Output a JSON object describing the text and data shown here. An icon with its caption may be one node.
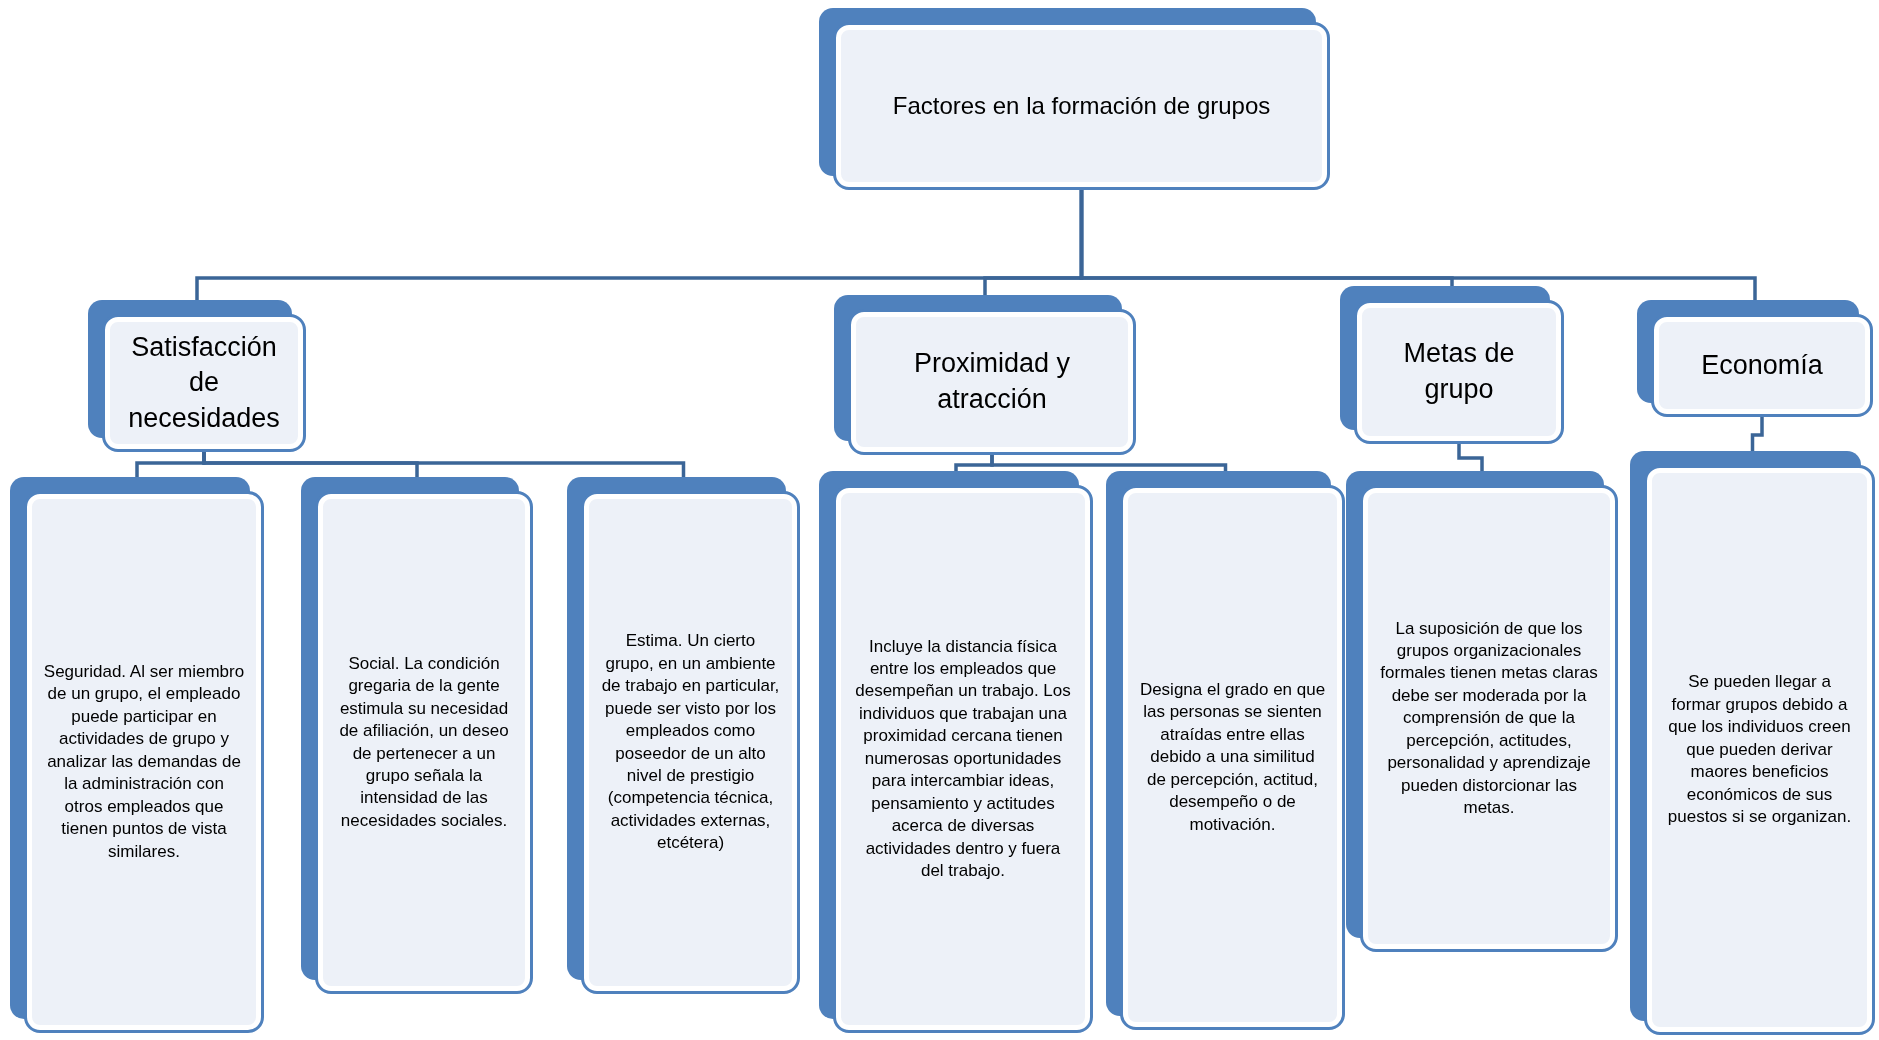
{
  "diagram": {
    "nodes": [
      {
        "text": [
          "Factores en la formación de grupos"
        ]
      },
      {
        "text": [
          "Satisfacción de necesidades"
        ]
      },
      {
        "text": [
          "Proximidad y atracción"
        ]
      },
      {
        "text": [
          "Metas de grupo"
        ]
      },
      {
        "text": [
          "Economía"
        ]
      },
      {
        "text": [
          "Seguridad. Al ser miembro de un grupo, el empleado puede participar en actividades de grupo y analizar las demandas de la administración con otros empleados que tienen puntos de vista similares."
        ]
      },
      {
        "text": [
          "Social. La condición gregaria de la gente estimula su necesidad de afiliación, un deseo de pertenecer a un grupo señala la intensidad de las necesidades sociales."
        ]
      },
      {
        "text": [
          "Estima. Un cierto grupo, en un ambiente de trabajo en particular, puede ser visto por los empleados como poseedor de un alto nivel de prestigio (competencia técnica, actividades externas, etcétera)"
        ]
      },
      {
        "text": [
          "Incluye la distancia física entre los empleados que desempeñan un trabajo. Los individuos que trabajan una proximidad cercana tienen numerosas oportunidades para intercambiar ideas, pensamiento y actitudes acerca de diversas actividades dentro y fuera del trabajo."
        ]
      },
      {
        "text": [
          "Designa el grado en que las personas se sienten atraídas entre ellas debido a una similitud de percepción, actitud, desempeño o de motivación."
        ]
      },
      {
        "text": [
          "La suposición de que los grupos organizacionales formales tienen metas claras debe ser moderada por la comprensión de que la percepción, actitudes, personalidad y aprendizaje pueden distorcionar las metas."
        ]
      },
      {
        "text": [
          "Se pueden llegar a formar grupos debido a que los individuos creen que pueden derivar maores beneficios económicos de sus puestos si se organizan."
        ]
      }
    ],
    "edges": [
      {
        "from": 0,
        "to": 1,
        "arrow": "none"
      },
      {
        "from": 0,
        "to": 2,
        "arrow": "none"
      },
      {
        "from": 0,
        "to": 3,
        "arrow": "none"
      },
      {
        "from": 0,
        "to": 4,
        "arrow": "none"
      },
      {
        "from": 1,
        "to": 5,
        "arrow": "none"
      },
      {
        "from": 1,
        "to": 6,
        "arrow": "none"
      },
      {
        "from": 1,
        "to": 7,
        "arrow": "none"
      },
      {
        "from": 2,
        "to": 8,
        "arrow": "none"
      },
      {
        "from": 2,
        "to": 9,
        "arrow": "none"
      },
      {
        "from": 3,
        "to": 10,
        "arrow": "none"
      },
      {
        "from": 4,
        "to": 11,
        "arrow": "none"
      }
    ]
  }
}
